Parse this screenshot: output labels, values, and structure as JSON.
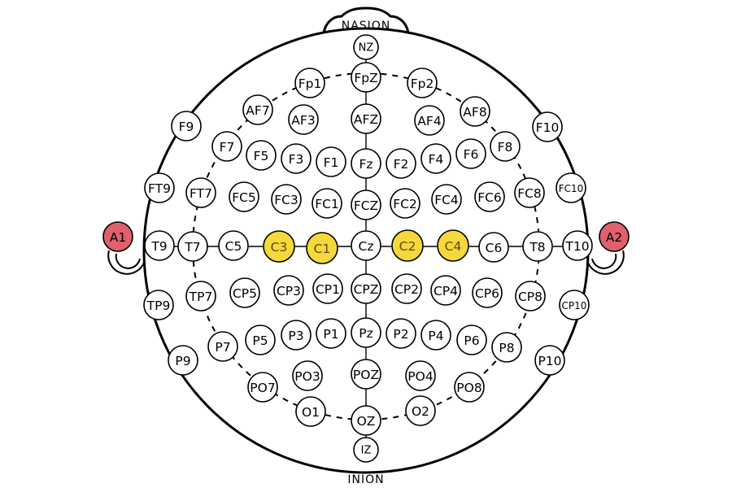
{
  "diagram": {
    "landmarks": {
      "top": "NASION",
      "bottom": "INION"
    },
    "colors": {
      "outline": "#000000",
      "default_fill": "#ffffff",
      "highlight_fill": "#f7d83a",
      "reference_fill": "#e0606c"
    },
    "electrodes": [
      {
        "label": "NZ",
        "group": "default"
      },
      {
        "label": "FpZ",
        "group": "default"
      },
      {
        "label": "Fp1",
        "group": "default"
      },
      {
        "label": "Fp2",
        "group": "default"
      },
      {
        "label": "AF7",
        "group": "default"
      },
      {
        "label": "AF3",
        "group": "default"
      },
      {
        "label": "AFZ",
        "group": "default"
      },
      {
        "label": "AF4",
        "group": "default"
      },
      {
        "label": "AF8",
        "group": "default"
      },
      {
        "label": "F9",
        "group": "default"
      },
      {
        "label": "F7",
        "group": "default"
      },
      {
        "label": "F5",
        "group": "default"
      },
      {
        "label": "F3",
        "group": "default"
      },
      {
        "label": "F1",
        "group": "default"
      },
      {
        "label": "Fz",
        "group": "default"
      },
      {
        "label": "F2",
        "group": "default"
      },
      {
        "label": "F4",
        "group": "default"
      },
      {
        "label": "F6",
        "group": "default"
      },
      {
        "label": "F8",
        "group": "default"
      },
      {
        "label": "F10",
        "group": "default"
      },
      {
        "label": "FT9",
        "group": "default"
      },
      {
        "label": "FT7",
        "group": "default"
      },
      {
        "label": "FC5",
        "group": "default"
      },
      {
        "label": "FC3",
        "group": "default"
      },
      {
        "label": "FC1",
        "group": "default"
      },
      {
        "label": "FCZ",
        "group": "default"
      },
      {
        "label": "FC2",
        "group": "default"
      },
      {
        "label": "FC4",
        "group": "default"
      },
      {
        "label": "FC6",
        "group": "default"
      },
      {
        "label": "FC8",
        "group": "default"
      },
      {
        "label": "FC10",
        "group": "default"
      },
      {
        "label": "A1",
        "group": "reference"
      },
      {
        "label": "T9",
        "group": "default"
      },
      {
        "label": "T7",
        "group": "default"
      },
      {
        "label": "C5",
        "group": "default"
      },
      {
        "label": "C3",
        "group": "highlight"
      },
      {
        "label": "C1",
        "group": "highlight"
      },
      {
        "label": "Cz",
        "group": "default"
      },
      {
        "label": "C2",
        "group": "highlight"
      },
      {
        "label": "C4",
        "group": "highlight"
      },
      {
        "label": "C6",
        "group": "default"
      },
      {
        "label": "T8",
        "group": "default"
      },
      {
        "label": "T10",
        "group": "default"
      },
      {
        "label": "A2",
        "group": "reference"
      },
      {
        "label": "TP9",
        "group": "default"
      },
      {
        "label": "TP7",
        "group": "default"
      },
      {
        "label": "CP5",
        "group": "default"
      },
      {
        "label": "CP3",
        "group": "default"
      },
      {
        "label": "CP1",
        "group": "default"
      },
      {
        "label": "CPZ",
        "group": "default"
      },
      {
        "label": "CP2",
        "group": "default"
      },
      {
        "label": "CP4",
        "group": "default"
      },
      {
        "label": "CP6",
        "group": "default"
      },
      {
        "label": "CP8",
        "group": "default"
      },
      {
        "label": "CP10",
        "group": "default"
      },
      {
        "label": "P9",
        "group": "default"
      },
      {
        "label": "P7",
        "group": "default"
      },
      {
        "label": "P5",
        "group": "default"
      },
      {
        "label": "P3",
        "group": "default"
      },
      {
        "label": "P1",
        "group": "default"
      },
      {
        "label": "Pz",
        "group": "default"
      },
      {
        "label": "P2",
        "group": "default"
      },
      {
        "label": "P4",
        "group": "default"
      },
      {
        "label": "P6",
        "group": "default"
      },
      {
        "label": "P8",
        "group": "default"
      },
      {
        "label": "P10",
        "group": "default"
      },
      {
        "label": "PO7",
        "group": "default"
      },
      {
        "label": "PO3",
        "group": "default"
      },
      {
        "label": "POZ",
        "group": "default"
      },
      {
        "label": "PO4",
        "group": "default"
      },
      {
        "label": "PO8",
        "group": "default"
      },
      {
        "label": "O1",
        "group": "default"
      },
      {
        "label": "OZ",
        "group": "default"
      },
      {
        "label": "O2",
        "group": "default"
      },
      {
        "label": "IZ",
        "group": "default"
      }
    ]
  }
}
